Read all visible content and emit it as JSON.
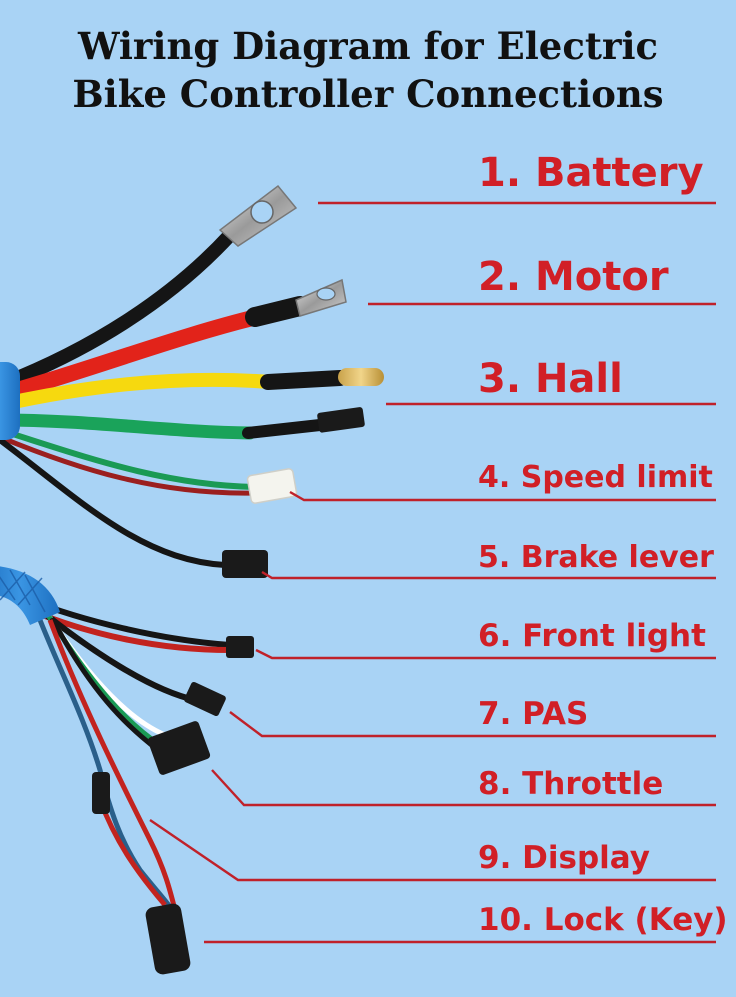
{
  "title_line1": "Wiring Diagram for Electric",
  "title_line2": "Bike Controller Connections",
  "labels": [
    "1. Battery",
    "2. Motor",
    "3. Hall",
    "4. Speed limit",
    "5. Brake lever",
    "6. Front light",
    "7. PAS",
    "8. Throttle",
    "9. Display",
    "10. Lock (Key)"
  ],
  "colors": {
    "background": "#a9d3f5",
    "label_text": "#d11f26",
    "leader_line": "#c0212a",
    "sheath": "#2f86d6"
  }
}
